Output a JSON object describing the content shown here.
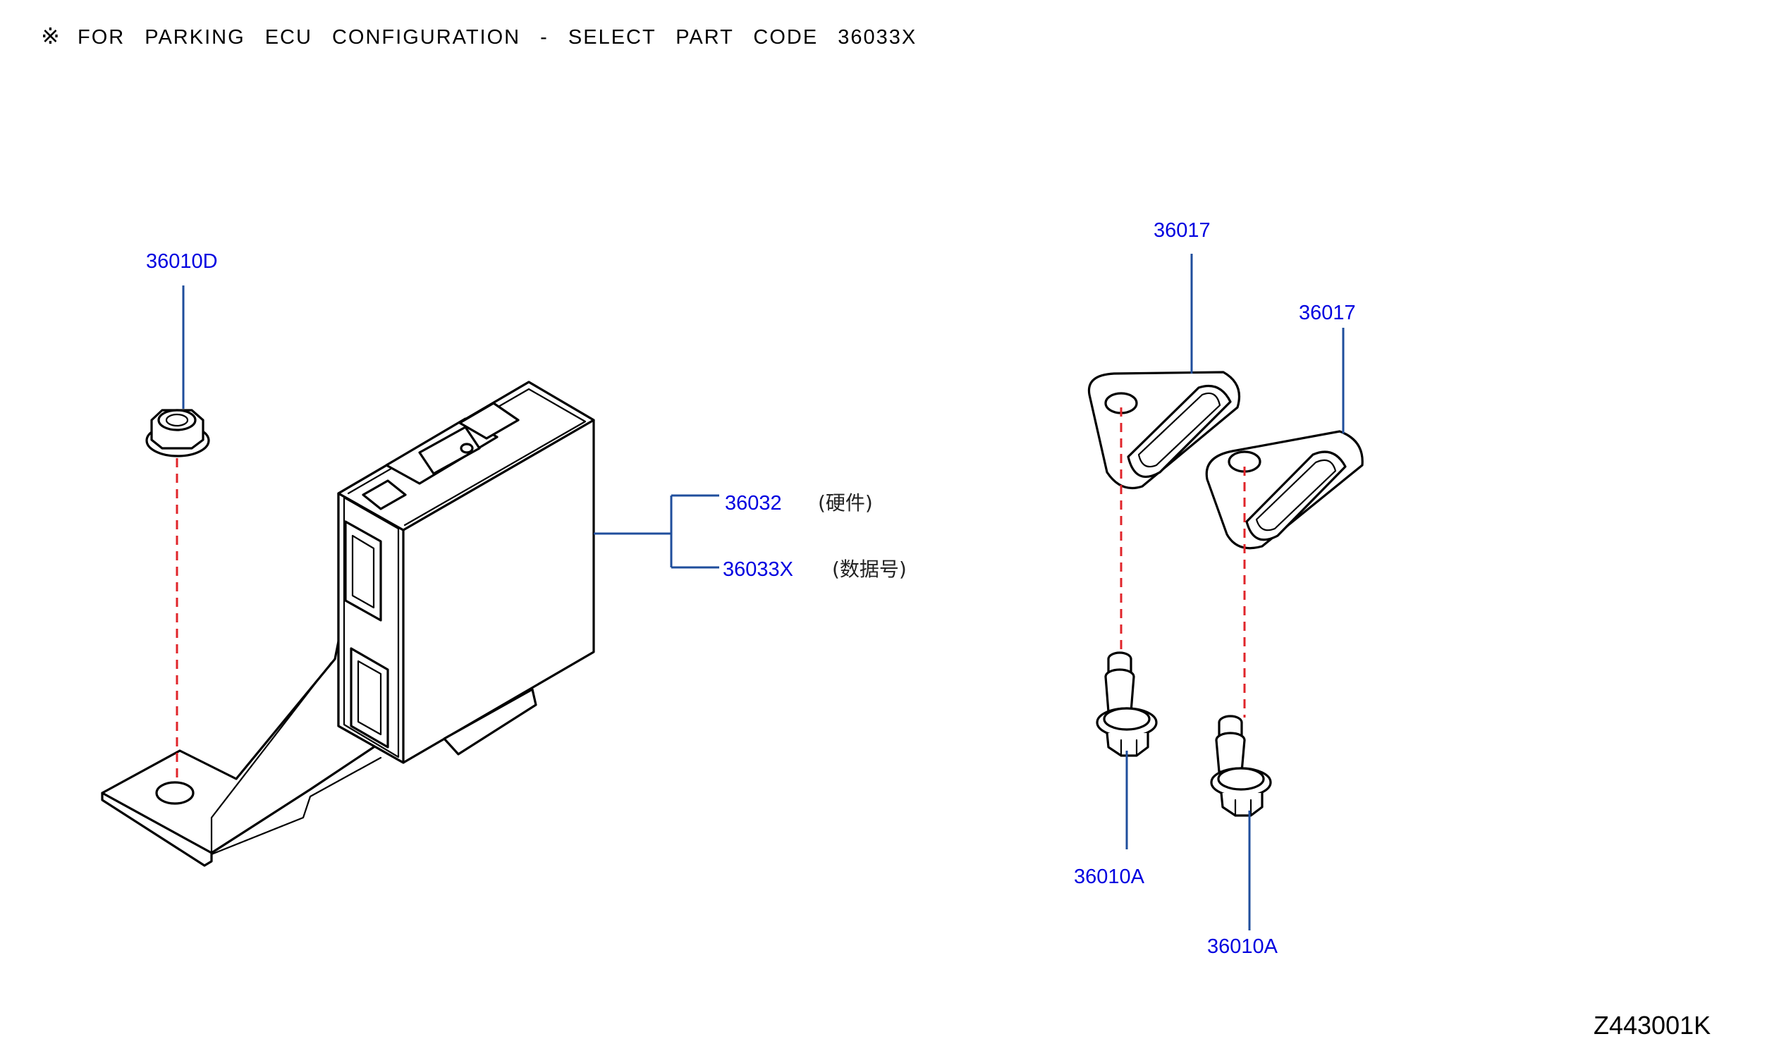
{
  "header": {
    "symbol": "※",
    "text": "FOR PARKING ECU CONFIGURATION - SELECT PART CODE 36033X"
  },
  "callouts": {
    "nut": "36010D",
    "ecu_hardware": "36032",
    "ecu_hardware_note": "(硬件)",
    "ecu_data": "36033X",
    "ecu_data_note": "(数据号)",
    "grommet_left": "36017",
    "grommet_right": "36017",
    "bolt_left": "36010A",
    "bolt_right": "36010A"
  },
  "diagram_code": "Z443001K",
  "colors": {
    "callout_text": "#0000e0",
    "leader_line": "#1f4e9c",
    "install_dash": "#e0242a"
  }
}
